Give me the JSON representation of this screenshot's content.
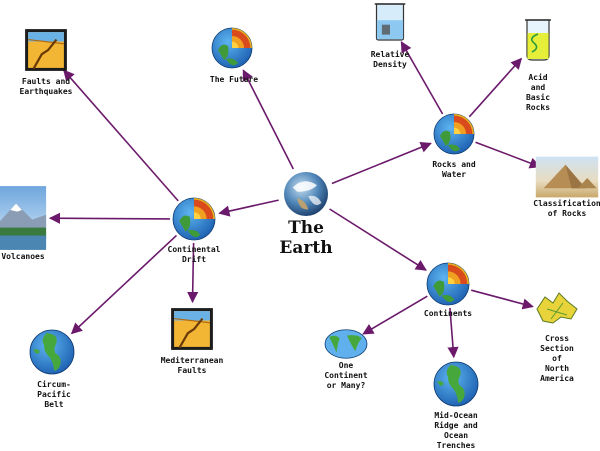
{
  "diagram": {
    "arrow_color": "#6b1a6b",
    "center": {
      "title": "The\nEarth",
      "icon": "earth-photo-icon"
    },
    "nodes": [
      {
        "id": "future",
        "label": "The Future",
        "icon": "earth-cutaway-icon"
      },
      {
        "id": "rocks-water",
        "label": "Rocks and\nWater",
        "icon": "earth-cutaway-icon"
      },
      {
        "id": "relative-density",
        "label": "Relative\nDensity",
        "icon": "beaker-icon"
      },
      {
        "id": "acid-basic",
        "label": "Acid\nand\nBasic\nRocks",
        "icon": "test-tube-icon"
      },
      {
        "id": "classification",
        "label": "Classification\nof Rocks",
        "icon": "pyramid-photo-icon"
      },
      {
        "id": "continental-drift",
        "label": "Continental\nDrift",
        "icon": "earth-cutaway-icon"
      },
      {
        "id": "faults-earthquakes",
        "label": "Faults and\nEarthquakes",
        "icon": "fault-landscape-icon"
      },
      {
        "id": "volcanoes",
        "label": "Volcanoes",
        "icon": "mountain-photo-icon"
      },
      {
        "id": "circum-pacific",
        "label": "Circum-\nPacific\nBelt",
        "icon": "globe-americas-icon"
      },
      {
        "id": "mediterranean",
        "label": "Mediterranean\nFaults",
        "icon": "fault-landscape-icon"
      },
      {
        "id": "continents",
        "label": "Continents",
        "icon": "earth-cutaway-icon"
      },
      {
        "id": "one-continent",
        "label": "One\nContinent\nor Many?",
        "icon": "world-map-icon"
      },
      {
        "id": "mid-ocean",
        "label": "Mid-Ocean\nRidge and\nOcean\nTrenches",
        "icon": "globe-americas-icon"
      },
      {
        "id": "north-america",
        "label": "Cross\nSection of\nNorth\nAmerica",
        "icon": "canada-map-icon"
      }
    ],
    "links": [
      [
        "center",
        "future"
      ],
      [
        "center",
        "rocks-water"
      ],
      [
        "center",
        "continental-drift"
      ],
      [
        "center",
        "continents"
      ],
      [
        "rocks-water",
        "relative-density"
      ],
      [
        "rocks-water",
        "acid-basic"
      ],
      [
        "rocks-water",
        "classification"
      ],
      [
        "continental-drift",
        "faults-earthquakes"
      ],
      [
        "continental-drift",
        "volcanoes"
      ],
      [
        "continental-drift",
        "circum-pacific"
      ],
      [
        "continental-drift",
        "mediterranean"
      ],
      [
        "continents",
        "one-continent"
      ],
      [
        "continents",
        "mid-ocean"
      ],
      [
        "continents",
        "north-america"
      ]
    ]
  }
}
